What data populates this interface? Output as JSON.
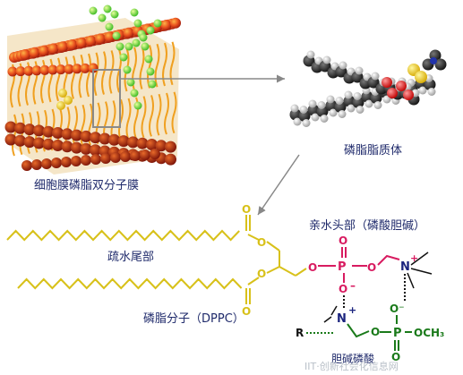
{
  "labels": {
    "membrane": "细胞膜磷脂双分子膜",
    "liposome": "磷脂脂质体",
    "tail": "疏水尾部",
    "molecule": "磷脂分子（DPPC）",
    "head": "亲水头部（磷酸胆碱）",
    "choline_phosphate": "胆碱磷酸"
  },
  "chem": {
    "O": "O",
    "P": "P",
    "N": "N",
    "plus": "+",
    "minus": "–",
    "O_minus": "O⁻",
    "R": "R",
    "OCH3": "OCH₃"
  },
  "watermark": "IIT·创新社会化信息网",
  "colors": {
    "label_text": "#1f2a6b",
    "chain": "#d8c11a",
    "phosphate": "#d81b60",
    "nitrogen": "#1a237e",
    "bond": "#111111",
    "pointer": "#888888"
  }
}
